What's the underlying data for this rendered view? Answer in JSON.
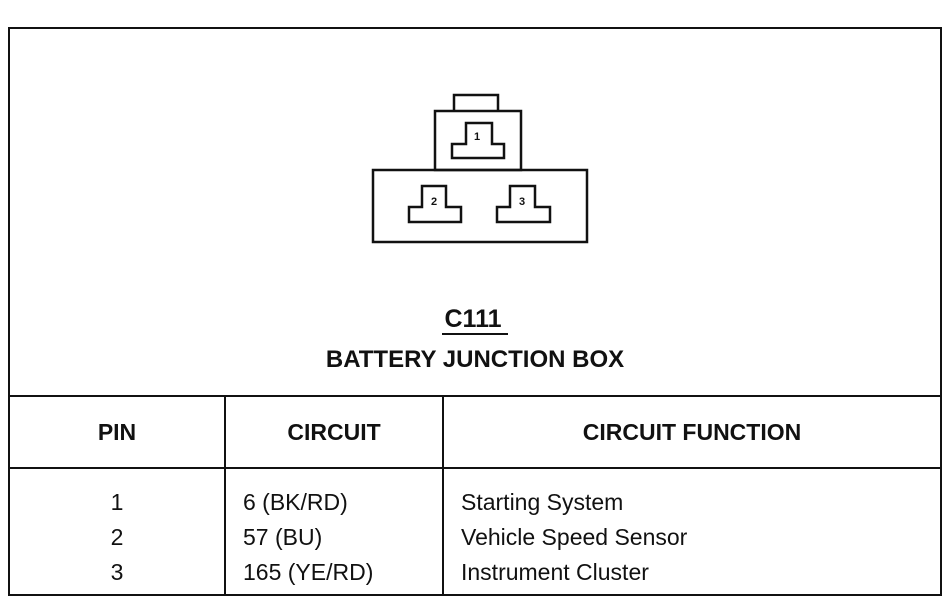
{
  "connector": {
    "id": "C111",
    "name": "BATTERY JUNCTION BOX",
    "cavity_labels": [
      "1",
      "2",
      "3"
    ]
  },
  "table": {
    "headers": [
      "PIN",
      "CIRCUIT",
      "CIRCUIT FUNCTION"
    ],
    "rows": [
      {
        "pin": "1",
        "circuit": "6 (BK/RD)",
        "function": "Starting System"
      },
      {
        "pin": "2",
        "circuit": "57 (BU)",
        "function": "Vehicle Speed Sensor"
      },
      {
        "pin": "3",
        "circuit": "165 (YE/RD)",
        "function": "Instrument Cluster"
      }
    ]
  }
}
